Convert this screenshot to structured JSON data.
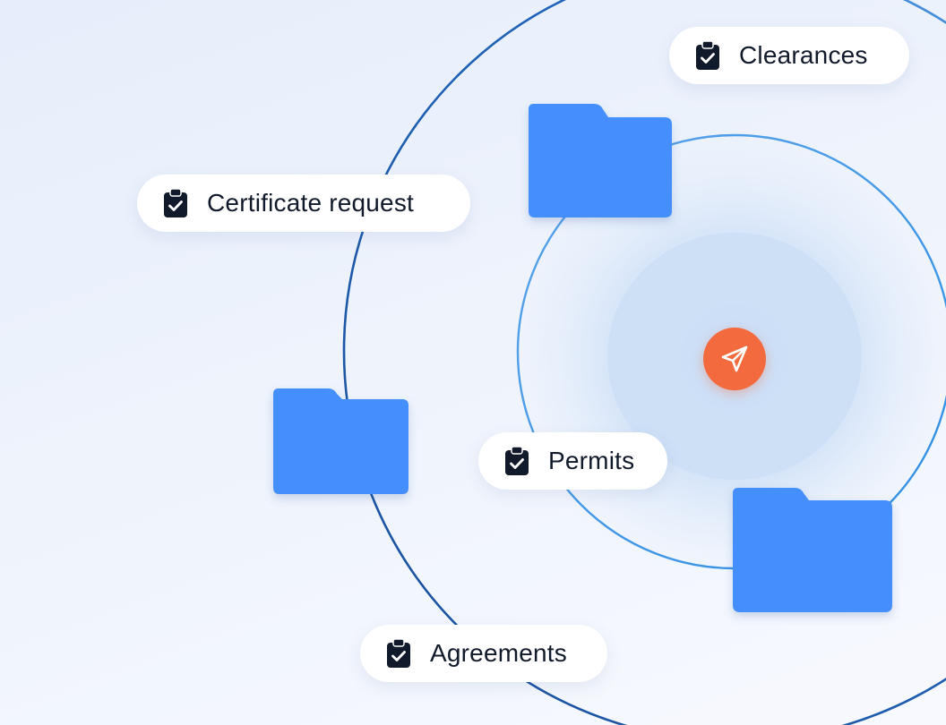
{
  "labels": {
    "clearances": "Clearances",
    "certificate_request": "Certificate request",
    "permits": "Permits",
    "agreements": "Agreements"
  },
  "icons": {
    "label_icon": "clipboard-check-icon",
    "center_icon": "send-icon",
    "folder_icon": "folder-icon"
  },
  "colors": {
    "folder": "#448ffd",
    "accent": "#f26a3d",
    "outer_ring": "#1d5db0",
    "inner_ring": "#3e9ae8",
    "text": "#111a2b"
  }
}
